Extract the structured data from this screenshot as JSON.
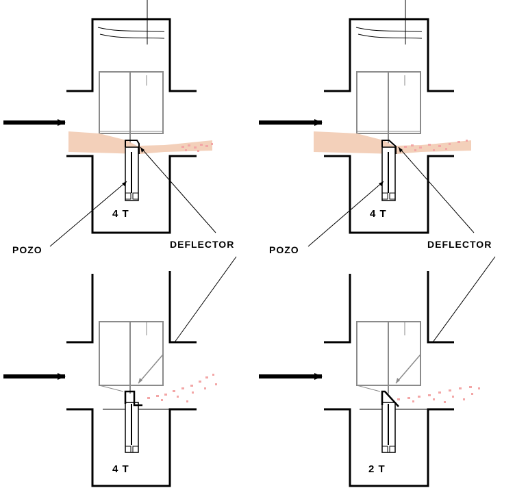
{
  "panels": [
    {
      "id": "top-left",
      "cycle_label": "4 T",
      "pozo_label": "POZO",
      "deflector_label": "DEFLECTOR"
    },
    {
      "id": "top-right",
      "cycle_label": "4 T",
      "pozo_label": "POZO",
      "deflector_label": "DEFLECTOR"
    },
    {
      "id": "bottom-left",
      "cycle_label": "4 T"
    },
    {
      "id": "bottom-right",
      "cycle_label": "2 T"
    }
  ],
  "colors": {
    "outline": "#000000",
    "piston": "#8a8a8a",
    "flow_fill": "#f2cbb3",
    "spray": "#f3a6a6"
  },
  "icons": [
    "flow-arrow-icon"
  ]
}
